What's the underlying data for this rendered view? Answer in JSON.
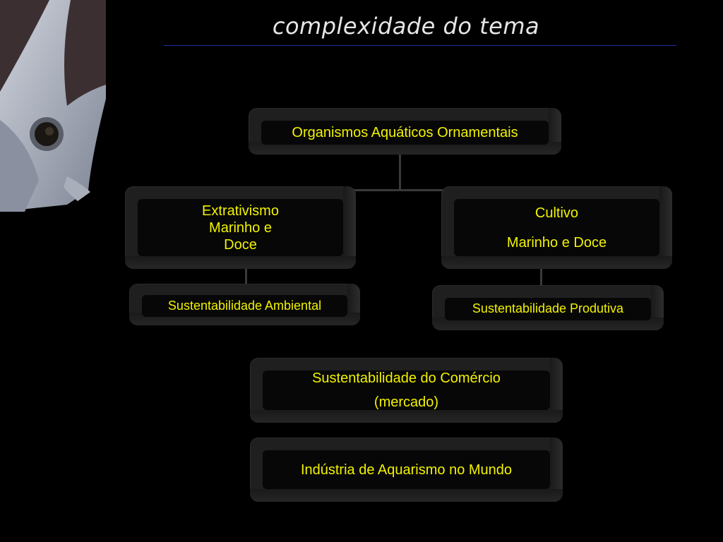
{
  "title": "complexidade do tema",
  "nodes": {
    "root": "Organismos Aquáticos Ornamentais",
    "left": {
      "line1": "Extrativismo",
      "line2": "Marinho e",
      "line3": "Doce"
    },
    "right": {
      "line1": "Cultivo",
      "line2": "Marinho e Doce"
    },
    "left_sub": "Sustentabilidade Ambiental",
    "right_sub": "Sustentabilidade Produtiva",
    "commerce": {
      "line1": "Sustentabilidade do Comércio",
      "line2": "(mercado)"
    },
    "industry": "Indústria de Aquarismo no Mundo"
  },
  "colors": {
    "background": "#000000",
    "text": "#f2f200",
    "title": "#e6e6e6",
    "rule": "#1f2fa8",
    "box": "#1f1f1f"
  }
}
